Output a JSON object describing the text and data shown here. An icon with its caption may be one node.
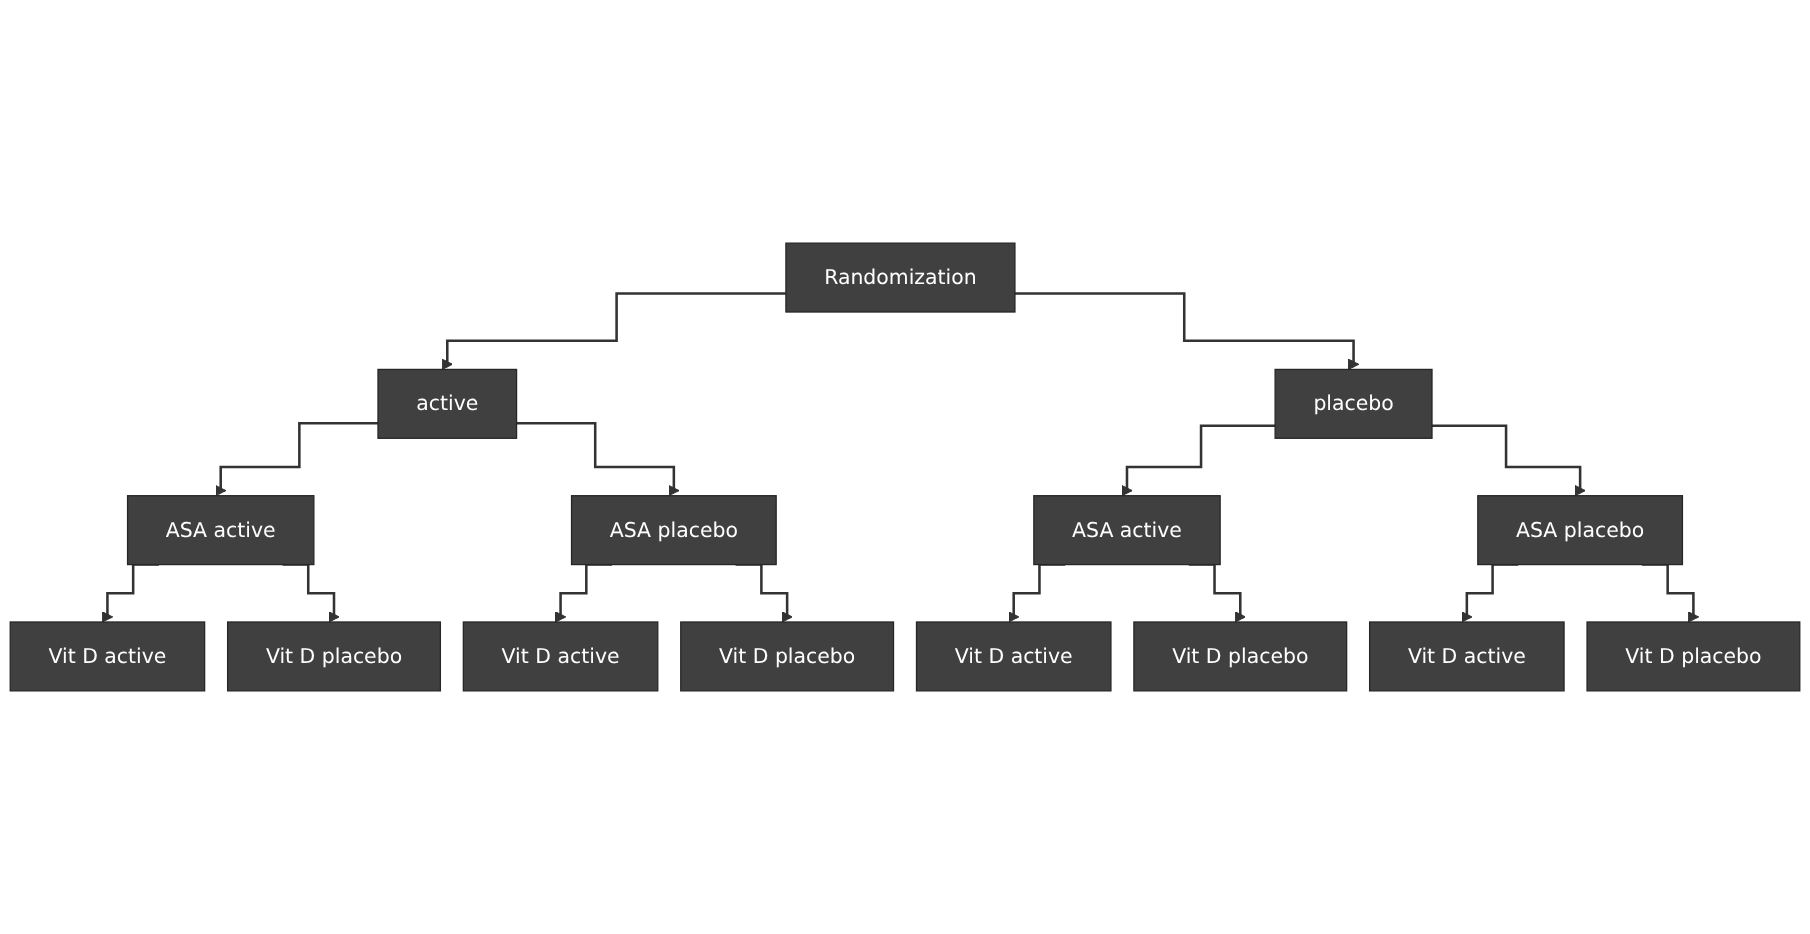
{
  "diagram": {
    "nodes": [
      {
        "text": [
          "Randomization"
        ]
      },
      {
        "text": [
          "active"
        ]
      },
      {
        "text": [
          "placebo"
        ]
      },
      {
        "text": [
          "ASA active"
        ]
      },
      {
        "text": [
          "ASA placebo"
        ]
      },
      {
        "text": [
          "ASA active"
        ]
      },
      {
        "text": [
          "ASA placebo"
        ]
      },
      {
        "text": [
          "Vit D active"
        ]
      },
      {
        "text": [
          "Vit D placebo"
        ]
      },
      {
        "text": [
          "Vit D active"
        ]
      },
      {
        "text": [
          "Vit D placebo"
        ]
      },
      {
        "text": [
          "Vit D active"
        ]
      },
      {
        "text": [
          "Vit D placebo"
        ]
      },
      {
        "text": [
          "Vit D active"
        ]
      },
      {
        "text": [
          "Vit D placebo"
        ]
      }
    ],
    "edges": [
      {
        "from": 0,
        "to": 1,
        "arrow": "to"
      },
      {
        "from": 0,
        "to": 2,
        "arrow": "to"
      },
      {
        "from": 1,
        "to": 3,
        "arrow": "to"
      },
      {
        "from": 1,
        "to": 4,
        "arrow": "to"
      },
      {
        "from": 2,
        "to": 5,
        "arrow": "to"
      },
      {
        "from": 2,
        "to": 6,
        "arrow": "to"
      },
      {
        "from": 3,
        "to": 7,
        "arrow": "to"
      },
      {
        "from": 3,
        "to": 8,
        "arrow": "to"
      },
      {
        "from": 4,
        "to": 9,
        "arrow": "to"
      },
      {
        "from": 4,
        "to": 10,
        "arrow": "to"
      },
      {
        "from": 5,
        "to": 11,
        "arrow": "to"
      },
      {
        "from": 5,
        "to": 12,
        "arrow": "to"
      },
      {
        "from": 6,
        "to": 13,
        "arrow": "to"
      },
      {
        "from": 6,
        "to": 14,
        "arrow": "to"
      }
    ]
  }
}
